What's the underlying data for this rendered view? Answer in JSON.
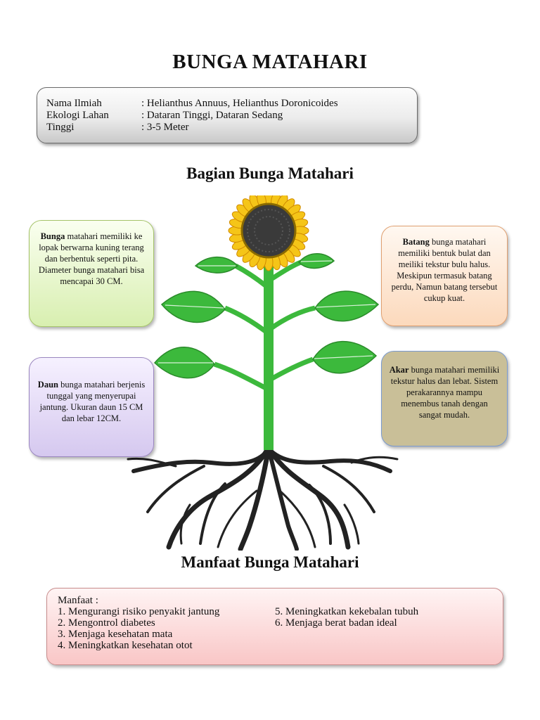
{
  "title": "BUNGA MATAHARI",
  "info": {
    "rows": [
      {
        "label": "Nama Ilmiah",
        "value": ": Helianthus Annuus, Helianthus Doronicoides"
      },
      {
        "label": "Ekologi Lahan",
        "value": ": Dataran Tinggi, Dataran Sedang"
      },
      {
        "label": "Tinggi",
        "value": ": 3-5 Meter"
      }
    ]
  },
  "section_parts_title": "Bagian Bunga Matahari",
  "parts": {
    "bunga": {
      "term": "Bunga",
      "text": " matahari memiliki ke lopak berwarna kuning terang dan berbentuk seperti pita. Diameter bunga matahari bisa mencapai 30 CM."
    },
    "daun": {
      "term": "Daun",
      "text": " bunga matahari berjenis  tunggal yang menyerupai  jantung. Ukuran daun 15 CM dan lebar 12CM."
    },
    "batang": {
      "term": "Batang",
      "text": " bunga matahari memiliki bentuk bulat dan meiliki tekstur bulu halus. Meskipun termasuk batang perdu, Namun batang tersebut cukup kuat."
    },
    "akar": {
      "term": "Akar",
      "text": " bunga matahari memiliki tekstur halus dan lebat. Sistem perakarannya mampu menembus tanah dengan sangat mudah."
    }
  },
  "section_benefits_title": "Manfaat Bunga Matahari",
  "benefits": {
    "heading": "Manfaat :",
    "left": [
      "1. Mengurangi risiko penyakit jantung",
      "2. Mengontrol diabetes",
      "3. Menjaga kesehatan mata",
      "4. Meningkatkan kesehatan otot"
    ],
    "right": [
      "5. Meningkatkan kekebalan tubuh",
      "6. Menjaga berat badan ideal"
    ]
  },
  "colors": {
    "stem": "#3cb93c",
    "petal": "#f5c518",
    "seed": "#3a3a3a",
    "root": "#222222"
  }
}
